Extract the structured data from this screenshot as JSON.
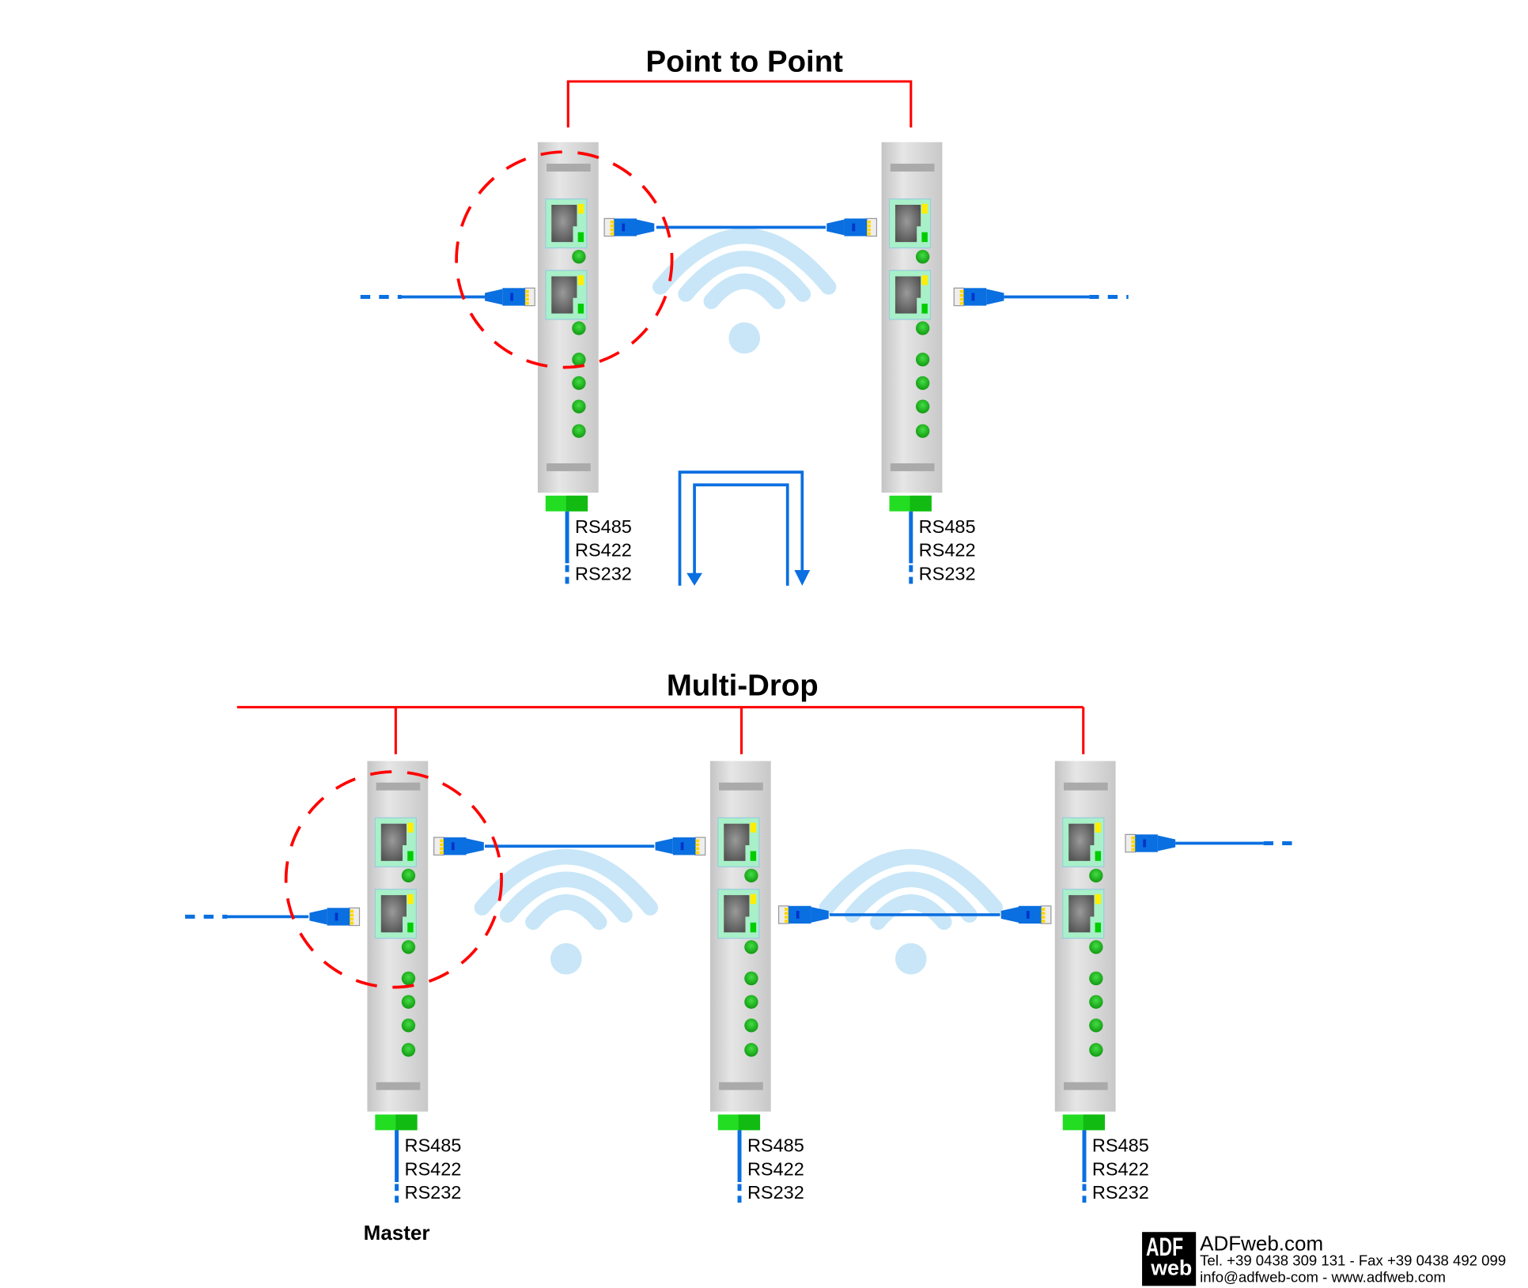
{
  "sections": {
    "point_to_point": {
      "title": "Point to Point"
    },
    "multi_drop": {
      "title": "Multi-Drop",
      "master_label": "Master"
    }
  },
  "serial_labels": [
    "RS485",
    "RS422",
    "RS232"
  ],
  "logo": {
    "mark_top": "ADF",
    "mark_bottom": "web",
    "name": "ADFweb.com",
    "phone_line": "Tel. +39 0438 309 131 - Fax +39 0438 492 099",
    "contact_line": "info@adfweb-com - www.adfweb.com"
  },
  "colors": {
    "bus_line": "#ff0000",
    "ethernet_cable": "#0a6fe0",
    "wifi": "#c8e6f7",
    "led": "#22bb22",
    "device_body": "#d6d6d6"
  }
}
